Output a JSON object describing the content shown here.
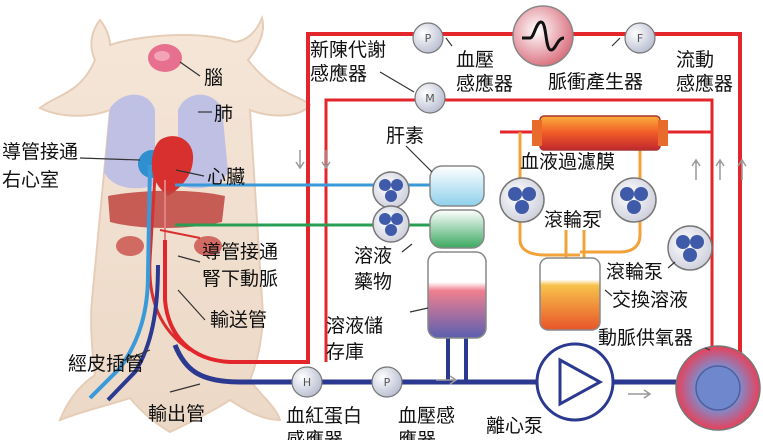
{
  "labels": {
    "brain": "腦",
    "lungs": "肺",
    "heart": "心臟",
    "catheter_rv_1": "導管接通",
    "catheter_rv_2": "右心室",
    "catheter_renal_1": "導管接通",
    "catheter_renal_2": "腎下動脈",
    "delivery_tube": "輸送管",
    "percutaneous_cannula": "經皮插管",
    "outflow_tube": "輸出管",
    "metabolic_sensor_1": "新陳代謝",
    "metabolic_sensor_2": "感應器",
    "bp_sensor_top_1": "血壓",
    "bp_sensor_top_2": "感應器",
    "pulse_generator": "脈衝產生器",
    "flow_sensor_1": "流動",
    "flow_sensor_2": "感應器",
    "heparin": "肝素",
    "hemofilter": "血液過濾膜",
    "roller_pump_a": "滾輪泵",
    "roller_pump_b": "滾輪泵",
    "exchange_solution": "交換溶液",
    "solution_drugs_1": "溶液",
    "solution_drugs_2": "藥物",
    "solution_reservoir_1": "溶液儲",
    "solution_reservoir_2": "存庫",
    "arterial_oxygenator": "動脈供氧器",
    "hemoglobin_sensor_1": "血紅蛋白",
    "hemoglobin_sensor_2": "感應器",
    "bp_sensor_bottom_1": "血壓感",
    "bp_sensor_bottom_2": "應器",
    "centrifugal_pump": "離心泵"
  },
  "gauges": {
    "pressure_top": "P",
    "flow": "F",
    "metabolic": "M",
    "hemoglobin": "H",
    "pressure_bottom": "P"
  },
  "colors": {
    "arterial_line": "#e3262b",
    "venous_line": "#2b3990",
    "catheter_blue": "#3a9ad9",
    "infusion_green": "#2a9d55",
    "pump_fill": "#3f5aa8"
  }
}
